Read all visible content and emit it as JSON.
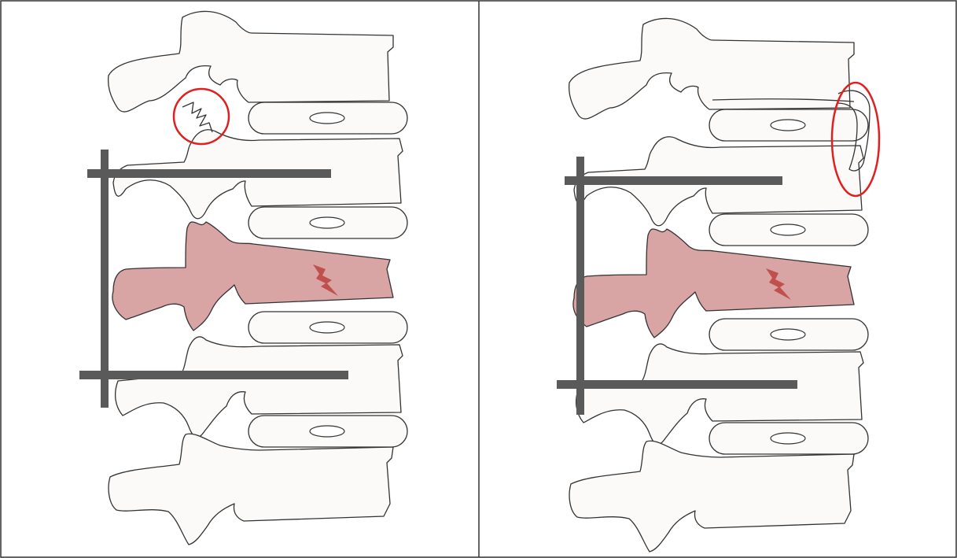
{
  "figure": {
    "panels": [
      {
        "id": "left",
        "complication": "facet-fracture",
        "highlight_color": "#e02020"
      },
      {
        "id": "right",
        "complication": "disc-displacement",
        "highlight_color": "#e02020"
      }
    ],
    "colors": {
      "bone": "#fbfaf9",
      "outline": "#333333",
      "fractured_vertebra": "#d9a4a4",
      "instrumentation": "#5a5a5a",
      "lightning": "#c0504d",
      "highlight": "#e02020"
    },
    "icons": [
      "lightning-bolt-icon"
    ]
  }
}
